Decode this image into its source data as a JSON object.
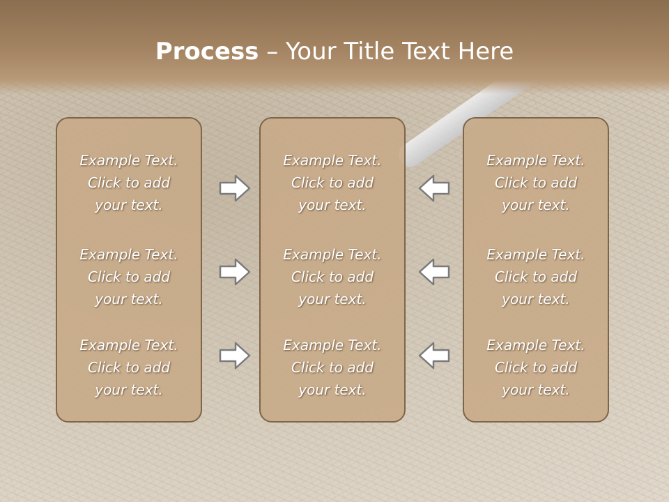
{
  "title": {
    "bold": "Process",
    "rest": " – Your Title Text Here"
  },
  "columns": [
    {
      "items": [
        {
          "line1": "Example Text.",
          "line2": "Click  to add",
          "line3": "your text."
        },
        {
          "line1": "Example Text.",
          "line2": "Click  to add",
          "line3": "your text."
        },
        {
          "line1": "Example Text.",
          "line2": "Click  to add",
          "line3": "your text."
        }
      ]
    },
    {
      "items": [
        {
          "line1": "Example Text.",
          "line2": "Click  to add",
          "line3": "your text."
        },
        {
          "line1": "Example Text.",
          "line2": "Click  to add",
          "line3": "your text."
        },
        {
          "line1": "Example Text.",
          "line2": "Click  to add",
          "line3": "your text."
        }
      ]
    },
    {
      "items": [
        {
          "line1": "Example Text.",
          "line2": "Click  to add",
          "line3": "your text."
        },
        {
          "line1": "Example Text.",
          "line2": "Click  to add",
          "line3": "your text."
        },
        {
          "line1": "Example Text.",
          "line2": "Click  to add",
          "line3": "your text."
        }
      ]
    }
  ],
  "arrows": {
    "left_group": "arrow-right-icon",
    "right_group": "arrow-left-icon"
  },
  "colors": {
    "header": "#a58563",
    "box_fill": "#c7aa88",
    "box_border": "#7c6549",
    "text": "#ffffff"
  }
}
